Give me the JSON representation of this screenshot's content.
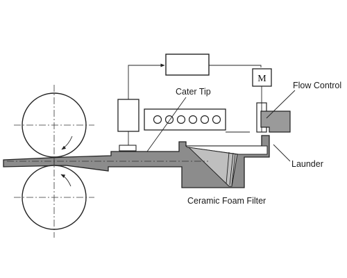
{
  "labels": {
    "motor": "M",
    "flow_control": "Flow Control",
    "cater_tip": "Cater Tip",
    "launder": "Launder",
    "ceramic_foam_filter": "Ceramic Foam Filter"
  },
  "colors": {
    "metal_fill": "#8c8c8c",
    "block_fill": "#9a9a9a",
    "line": "#222222"
  }
}
